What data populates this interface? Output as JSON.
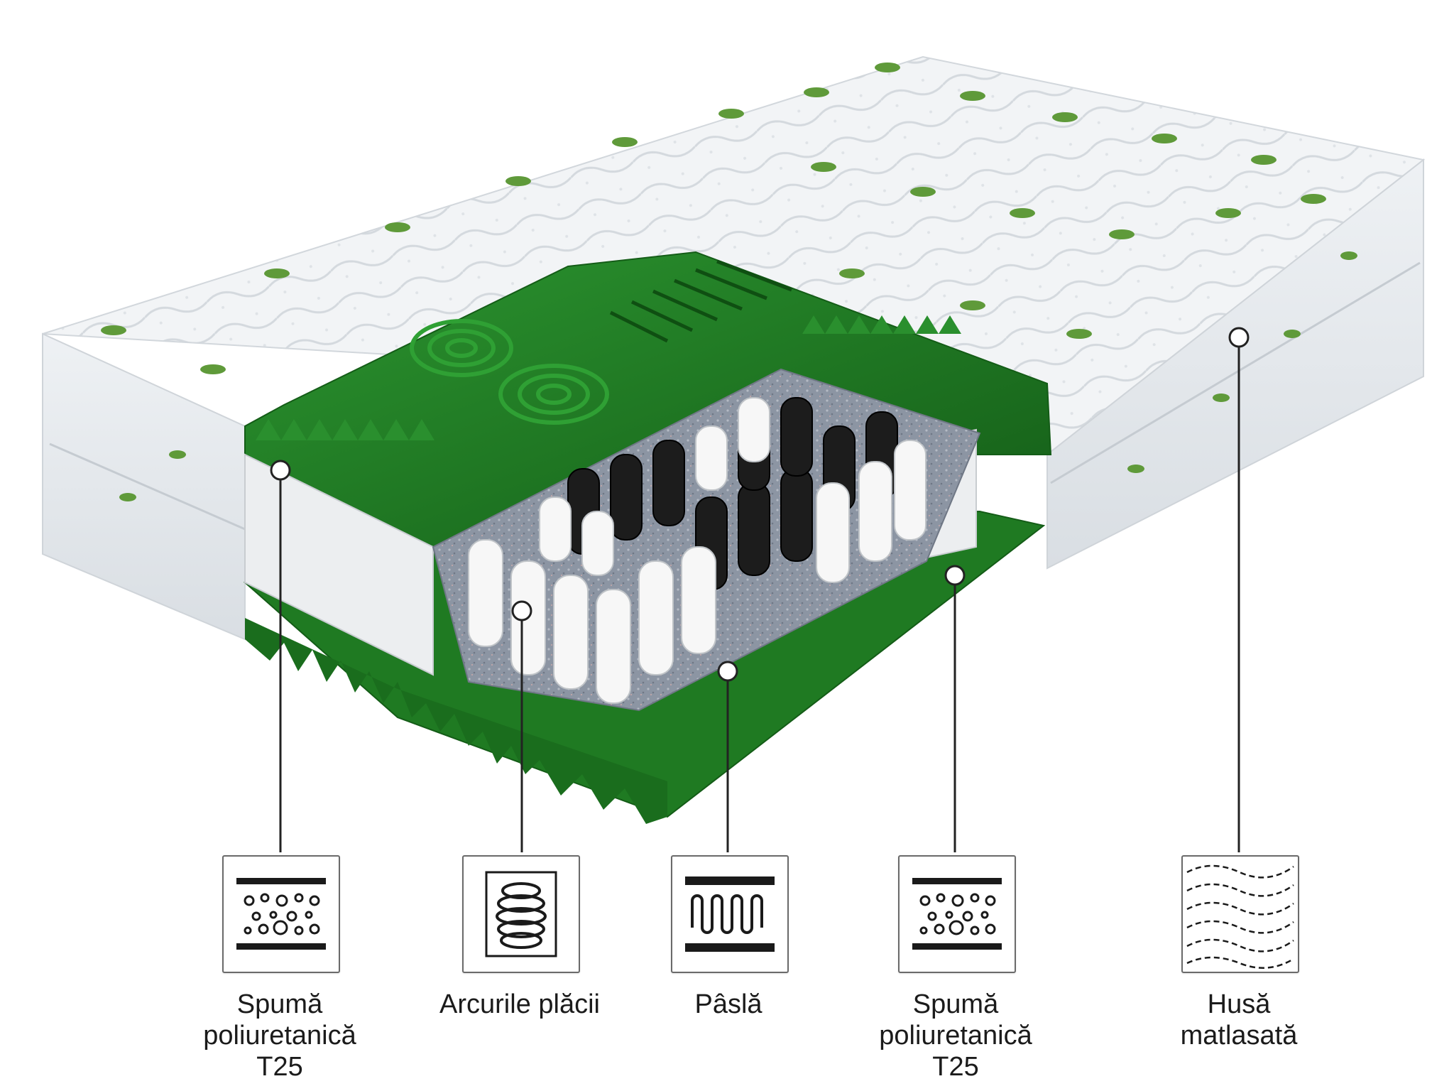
{
  "colors": {
    "foam_green": "#1f7a22",
    "foam_green_dark": "#145c17",
    "foam_green_light": "#2e9a32",
    "cover_white": "#f3f5f7",
    "felt_grey": "#8e96a4",
    "spring_white": "#f7f7f7",
    "spring_black": "#1c1c1c",
    "callout_line": "#222222"
  },
  "layers": [
    {
      "id": "top-foam",
      "icon": "foam-layer-icon",
      "label_lines": [
        "Spumă",
        "poliuretanică",
        "T25"
      ]
    },
    {
      "id": "springs",
      "icon": "spring-coil-icon",
      "label_lines": [
        "Arcurile plăcii"
      ]
    },
    {
      "id": "felt",
      "icon": "felt-layer-icon",
      "label_lines": [
        "Pâslă"
      ]
    },
    {
      "id": "bottom-foam",
      "icon": "foam-layer-icon",
      "label_lines": [
        "Spumă",
        "poliuretanică",
        "T25"
      ]
    },
    {
      "id": "cover",
      "icon": "quilted-cover-icon",
      "label_lines": [
        "Husă",
        "matlasată"
      ]
    }
  ]
}
